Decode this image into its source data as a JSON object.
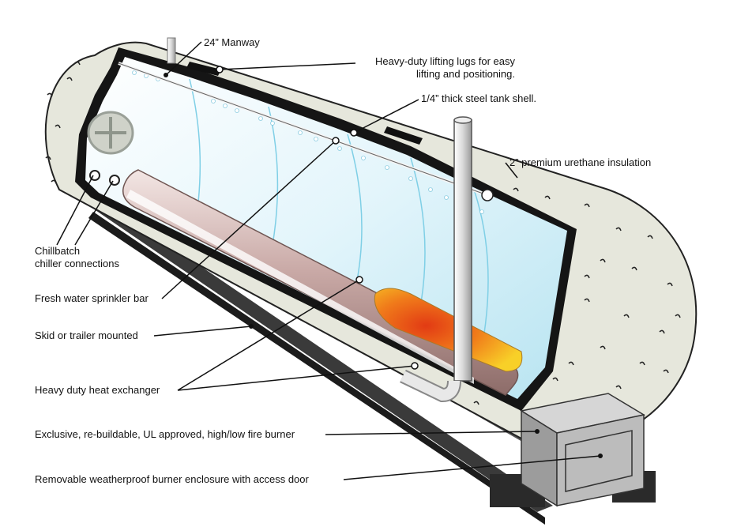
{
  "labels": {
    "manway": "24” Manway",
    "lifting_lugs_line1": "Heavy-duty lifting lugs for easy",
    "lifting_lugs_line2": "lifting and positioning.",
    "tank_shell": "1/4” thick steel tank shell.",
    "insulation": "2” premium urethane insulation",
    "chiller_line1": "Chillbatch",
    "chiller_line2": "chiller connections",
    "sprinkler": "Fresh water sprinkler bar",
    "skid": "Skid or trailer mounted",
    "heat_exchanger": "Heavy duty heat exchanger",
    "burner": "Exclusive, re-buildable, UL approved, high/low fire burner",
    "enclosure": "Removable weatherproof burner enclosure with access door"
  },
  "colors": {
    "insulation": "#e6e7dc",
    "interior_water": "#d8f0f8",
    "steel_shell": "#1a1a1a",
    "flame_outer": "#f6c21e",
    "flame_inner": "#e8501a",
    "tube": "#c9a9a6",
    "enclosure": "#b8b8b8",
    "skid": "#2b2b2b"
  }
}
